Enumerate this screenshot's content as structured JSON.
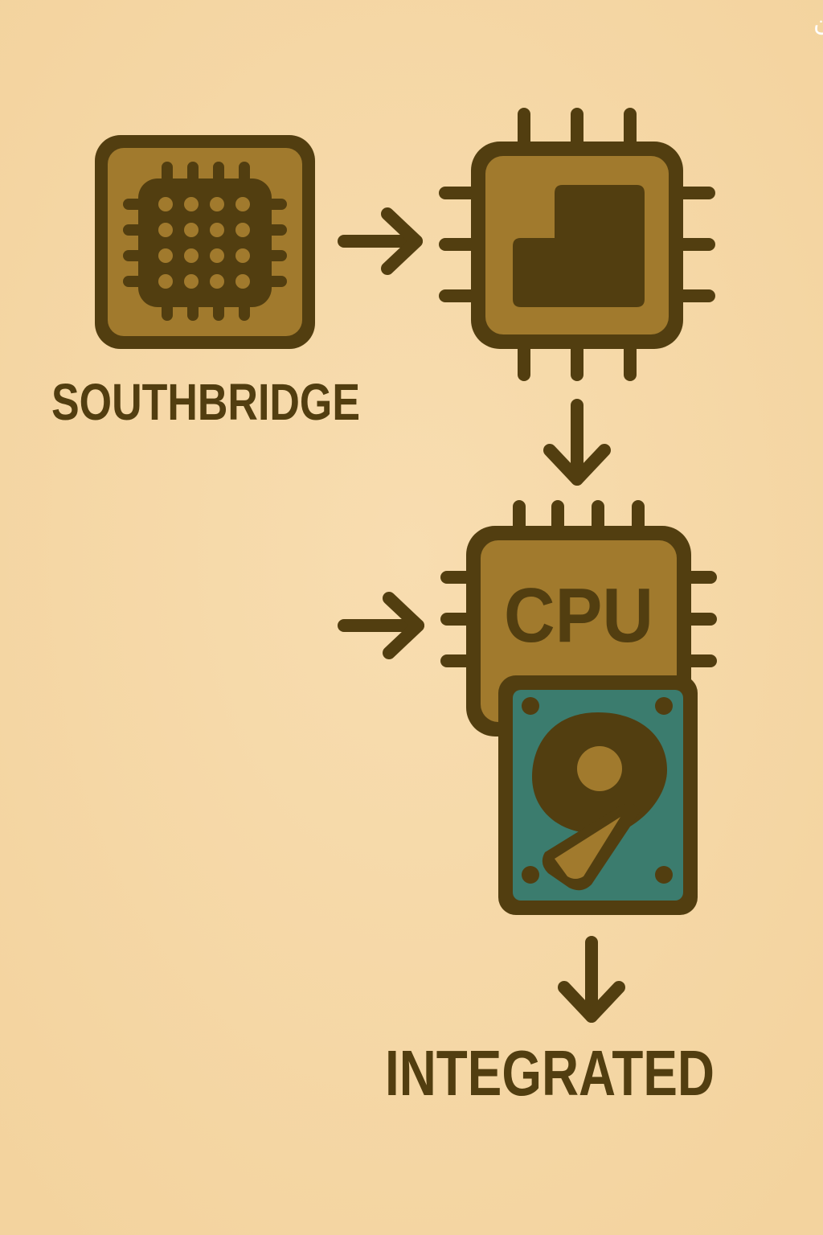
{
  "watermark": "داستان من",
  "labels": {
    "southbridge": "SOUTHBRIDGE",
    "cpu": "CPU",
    "integrated": "INTEGRATED"
  },
  "colors": {
    "background": "#f6d9a8",
    "outline": "#523e10",
    "chip_fill": "#a17a2d",
    "disk_teal": "#3b7c6e",
    "watermark": "#ffffff"
  },
  "icons": {
    "southbridge_chip": "chip-grid-icon",
    "middle_chip": "chip-block-icon",
    "cpu_chip": "cpu-chip-icon",
    "hard_drive": "hard-drive-icon"
  }
}
